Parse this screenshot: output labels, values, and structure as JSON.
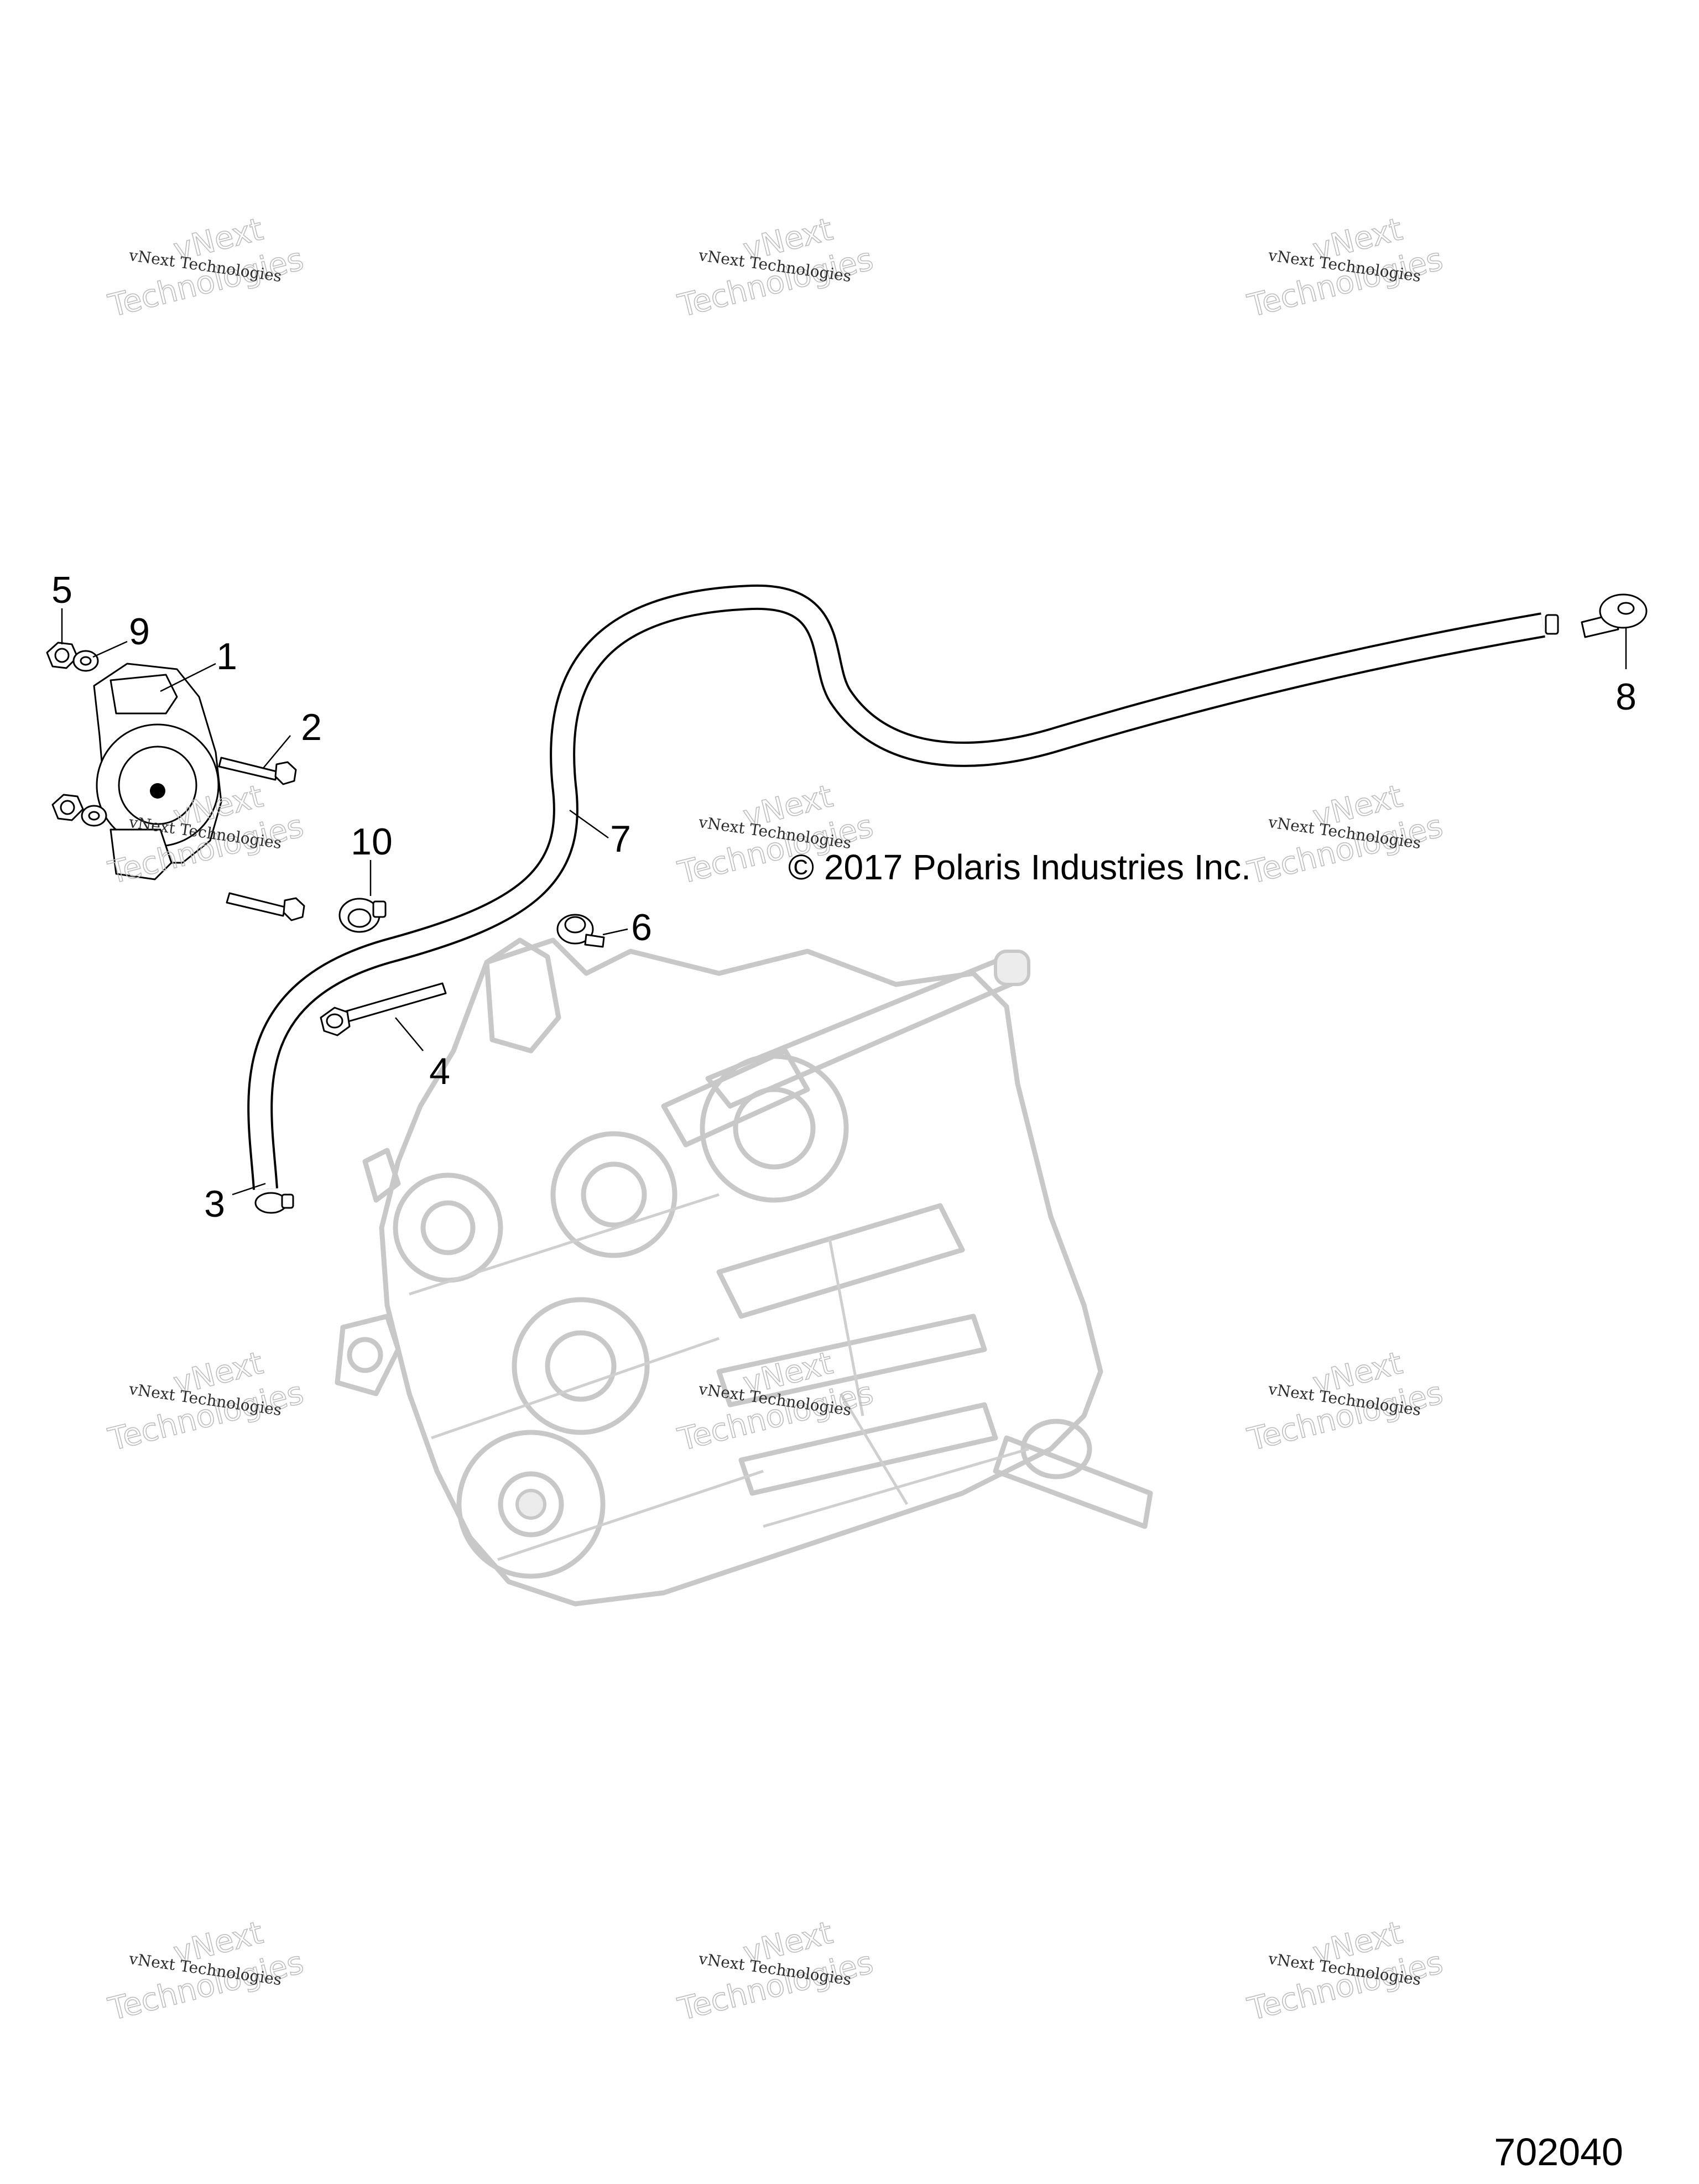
{
  "callouts": {
    "c1": "1",
    "c2": "2",
    "c3": "3",
    "c4": "4",
    "c5": "5",
    "c6": "6",
    "c7": "7",
    "c8": "8",
    "c9": "9",
    "c10": "10"
  },
  "copyright": "© 2017 Polaris Industries Inc.",
  "figure_id": "702040",
  "watermark": {
    "line_small": "vNext Technologies",
    "line_big_top": "vNext",
    "line_big_bottom": "Technologies"
  }
}
